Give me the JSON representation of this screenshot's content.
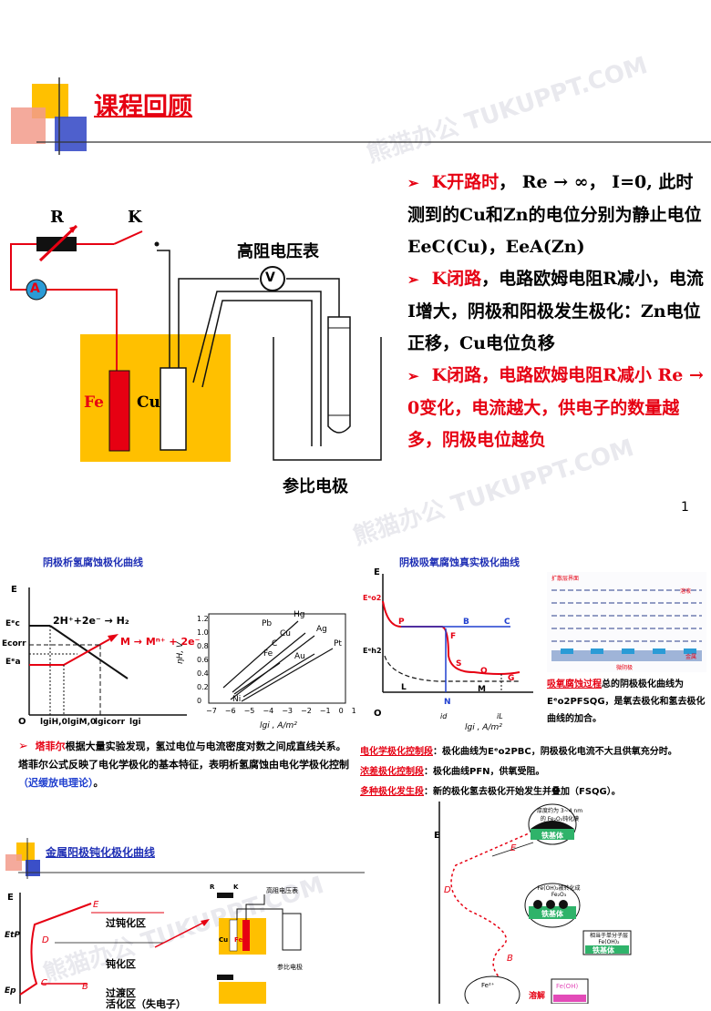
{
  "slide1": {
    "title": "课程回顾",
    "circuit": {
      "resistor_label": "R",
      "switch_label": "K",
      "ammeter_label": "A",
      "voltmeter_label": "V",
      "voltmeter_title": "高阻电压表",
      "fe_label": "Fe",
      "cu_label": "Cu",
      "reference_label": "参比电极"
    },
    "bullets": {
      "b1_head": "K开路时",
      "b1_rest": "， Re → ∞， I=0, 此时测到的Cu和Zn的电位分别为静止电位EeC(Cu)，EeA(Zn)",
      "b2_head": "K闭路",
      "b2_rest": "，电路欧姆电阻R减小，电流I增大，阴极和阳极发生极化：Zn电位正移，Cu电位负移",
      "b3_head": "K闭路",
      "b3_rest": "，电路欧姆电阻R减小 Re → 0变化，电流越大，供电子的数量越多，阴极电位越负"
    },
    "page_number": "1"
  },
  "slide2": {
    "left_title": "阴极析氢腐蚀极化曲线",
    "right_title": "阴极吸氧腐蚀真实极化曲线",
    "eq_h": "2H⁺+2e⁻ → H₂",
    "eq_m": "M → Mⁿ⁺ + 2e⁻",
    "axis_e": "E",
    "axis_o": "O",
    "left_y_ticks": [
      "Eᵉc",
      "Ecorr",
      "Eᵉa"
    ],
    "left_x_ticks": [
      "lgiH,0",
      "lgiM,0",
      "lgicorr",
      "lgi"
    ],
    "metals": [
      "Pb",
      "Hg",
      "Cu",
      "Ag",
      "C",
      "Fe",
      "Au",
      "Pt",
      "Ni"
    ],
    "tafel_y_label": "ηH, V",
    "tafel_x_label": "lgi , A/m²",
    "tafel_y_ticks": [
      "1.2",
      "1.0",
      "0.8",
      "0.6",
      "0.4",
      "0.2",
      "0"
    ],
    "tafel_x_ticks": [
      "−7",
      "−6",
      "−5",
      "−4",
      "−3",
      "−2",
      "−1",
      "0",
      "1"
    ],
    "o2_curve_labels": [
      "P",
      "B",
      "C",
      "F",
      "S",
      "Q",
      "G",
      "L",
      "M",
      "N"
    ],
    "o2_y_ticks": [
      "Eᵉo2",
      "Eᵉh2"
    ],
    "o2_x_ticks": [
      "id",
      "iL"
    ],
    "o2_x_label": "lgi , A/m²",
    "caption_head": "塔菲尔",
    "caption_body": "根据大量实验发现，氢过电位与电流密度对数之间成直线关系。塔菲尔公式反映了电化学极化的基本特征，表明析氢腐蚀由电化学极化控制",
    "caption_link": "（迟缓放电理论）",
    "caption_end": "。",
    "o2_desc_head": "吸氧腐蚀过程",
    "o2_desc_body": "总的阴极极化曲线为Eᵉo2PFSQG，是氧去极化和氢去极化曲线的加合。",
    "o2_img_labels": [
      "扩散层界面",
      "溶液",
      "微阴极",
      "金属"
    ],
    "notes": [
      {
        "label": "电化学极化控制段",
        "text": "：极化曲线为Eᵉo2PBC，阴极极化电流不大且供氧充分时。"
      },
      {
        "label": "浓差极化控制段",
        "text": "：极化曲线PFN，供氧受阻。"
      },
      {
        "label": "多种极化发生段",
        "text": "：新的极化氢去极化开始发生并叠加（FSQG）。"
      }
    ]
  },
  "slide3": {
    "title": "金属阳极钝化极化曲线",
    "axis_e": "E",
    "y_ticks": [
      "EtP",
      "Ep"
    ],
    "points": [
      "E",
      "D",
      "C",
      "B"
    ],
    "regions": [
      "过钝化区",
      "钝化区",
      "过渡区",
      "活化区（失电子）"
    ],
    "mini_circuit": {
      "title": "高阻电压表",
      "cu": "Cu",
      "fe": "Fe",
      "ref": "参比电极",
      "r": "R",
      "k": "K"
    },
    "film_labels": [
      "厚度约为 3~4 nm 的 Fe₂O₃钝化膜",
      "铁基体",
      "Fe(OH)₂被转化成Fe₂O₃",
      "铁基体",
      "相当于单分子层Fe(OH)₂",
      "铁基体",
      "Fe²⁺",
      "Fe(OH)",
      "溶解"
    ],
    "right_axis_e": "E",
    "right_points": [
      "E",
      "D",
      "B"
    ]
  },
  "watermark": "熊猫办公 TUKUPPT.COM",
  "colors": {
    "red": "#e60012",
    "yellow": "#ffc000",
    "blue": "#1f2fb5",
    "deco_blue": "#3b4fc8"
  }
}
